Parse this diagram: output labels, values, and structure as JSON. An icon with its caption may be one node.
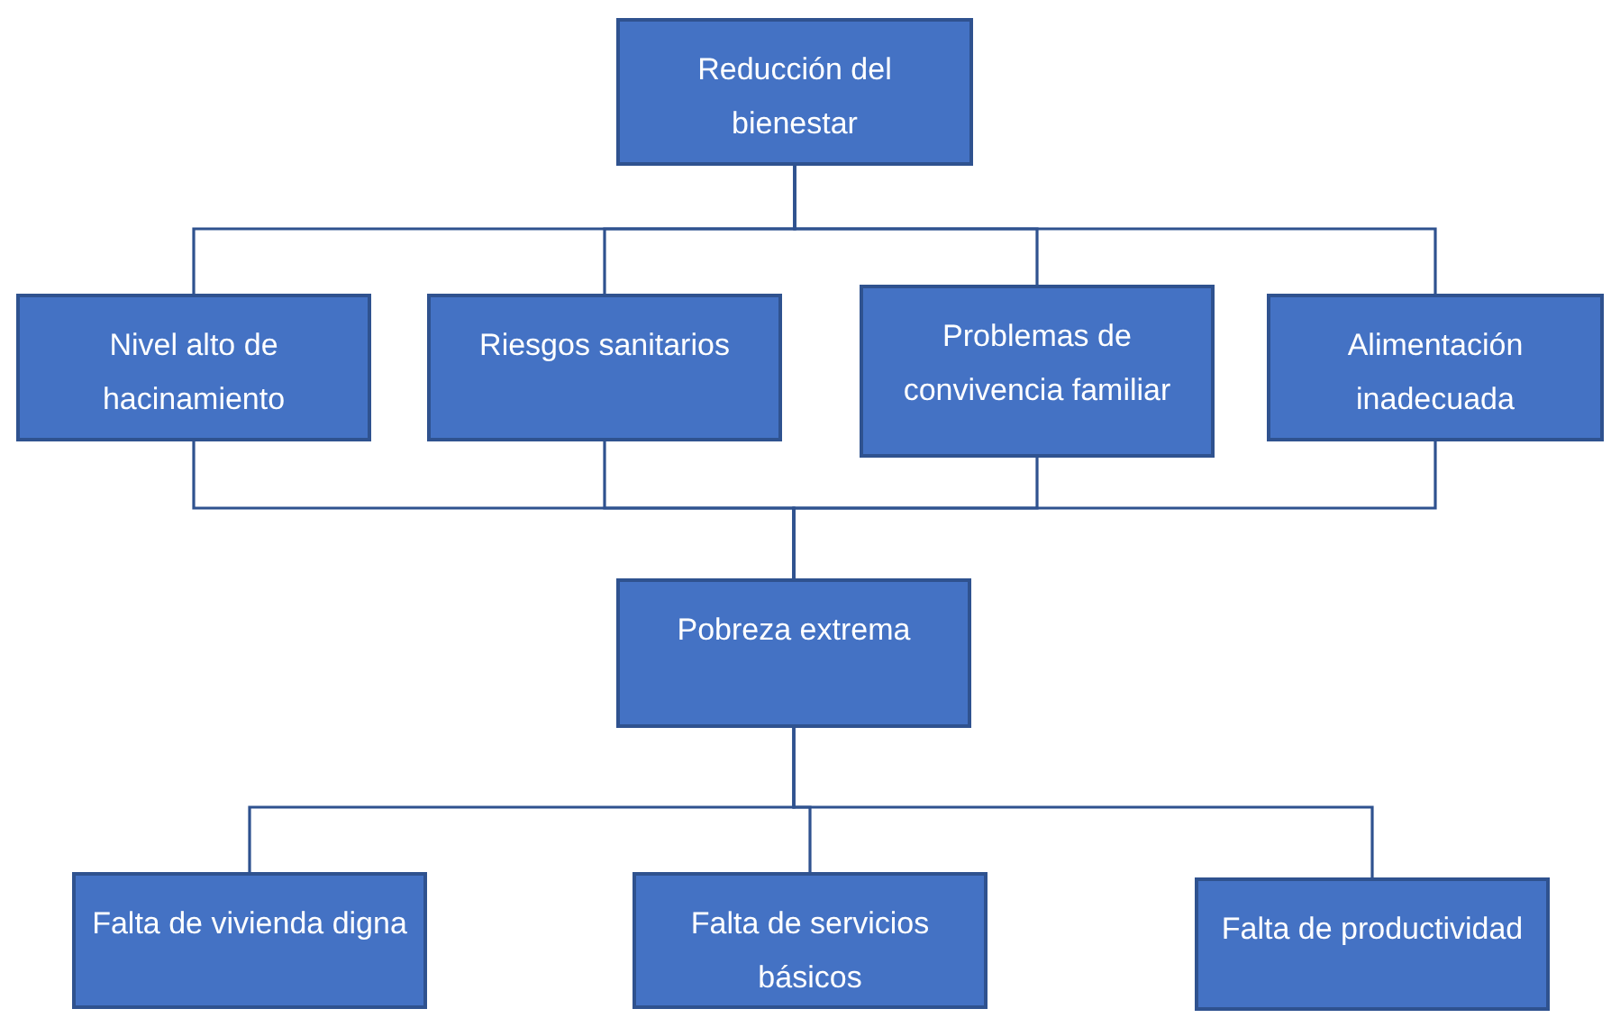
{
  "diagram": {
    "nodes": [
      {
        "text": [
          "Reducción del bienestar"
        ]
      },
      {
        "text": [
          "Nivel alto de hacinamiento"
        ]
      },
      {
        "text": [
          "Riesgos sanitarios"
        ]
      },
      {
        "text": [
          "Problemas de convivencia familiar"
        ]
      },
      {
        "text": [
          "Alimentación inadecuada"
        ]
      },
      {
        "text": [
          "Pobreza extrema"
        ]
      },
      {
        "text": [
          "Falta de vivienda digna"
        ]
      },
      {
        "text": [
          "Falta de servicios básicos"
        ]
      },
      {
        "text": [
          "Falta de productividad"
        ]
      }
    ],
    "edges": [
      {
        "from": 0,
        "to": 1,
        "arrow": "none"
      },
      {
        "from": 0,
        "to": 2,
        "arrow": "none"
      },
      {
        "from": 0,
        "to": 3,
        "arrow": "none"
      },
      {
        "from": 0,
        "to": 4,
        "arrow": "none"
      },
      {
        "from": 1,
        "to": 5,
        "arrow": "none"
      },
      {
        "from": 2,
        "to": 5,
        "arrow": "none"
      },
      {
        "from": 3,
        "to": 5,
        "arrow": "none"
      },
      {
        "from": 4,
        "to": 5,
        "arrow": "none"
      },
      {
        "from": 5,
        "to": 6,
        "arrow": "none"
      },
      {
        "from": 5,
        "to": 7,
        "arrow": "none"
      },
      {
        "from": 5,
        "to": 8,
        "arrow": "none"
      }
    ]
  }
}
